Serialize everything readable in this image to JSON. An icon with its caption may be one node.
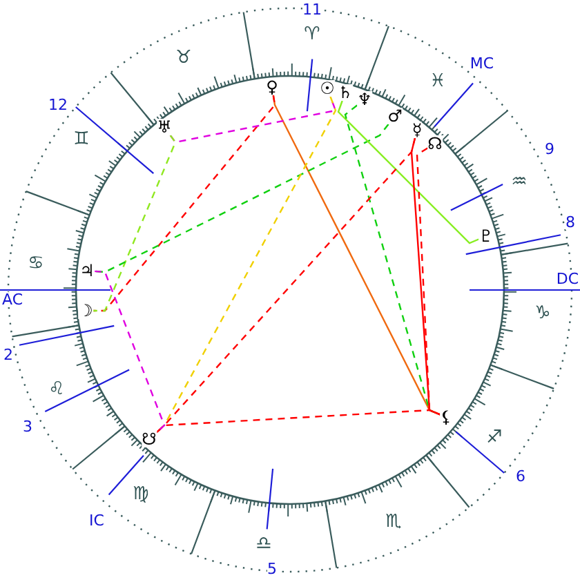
{
  "diagram": {
    "nodes": [
      {
        "text": [
          "♀"
        ]
      },
      {
        "text": [
          "☉"
        ]
      },
      {
        "text": [
          "♄"
        ]
      },
      {
        "text": [
          "♆"
        ]
      },
      {
        "text": [
          "♅"
        ]
      },
      {
        "text": [
          "♂"
        ]
      },
      {
        "text": [
          "☿"
        ]
      },
      {
        "text": [
          "☊"
        ]
      },
      {
        "text": [
          "♇"
        ]
      },
      {
        "text": [
          "♃"
        ]
      },
      {
        "text": [
          "☽"
        ]
      },
      {
        "text": [
          "⚸"
        ]
      },
      {
        "text": [
          "☋"
        ]
      },
      {
        "text": [
          "♈"
        ]
      },
      {
        "text": [
          "♉"
        ]
      },
      {
        "text": [
          "♓"
        ]
      },
      {
        "text": [
          "♊"
        ]
      },
      {
        "text": [
          "♒"
        ]
      },
      {
        "text": [
          "♋"
        ]
      },
      {
        "text": [
          "♑"
        ]
      },
      {
        "text": [
          "♌"
        ]
      },
      {
        "text": [
          "♐"
        ]
      },
      {
        "text": [
          "♍"
        ]
      },
      {
        "text": [
          "♏"
        ]
      },
      {
        "text": [
          "♎"
        ]
      }
    ],
    "edges": [
      {
        "from": 0,
        "to": 11,
        "arrow": "none",
        "color": "#f06a10"
      },
      {
        "from": 0,
        "to": 10,
        "arrow": "none",
        "style": "dashed"
      },
      {
        "from": 4,
        "to": 1,
        "arrow": "none",
        "style": "dashed",
        "color": "#e000e0"
      },
      {
        "from": 4,
        "to": 10,
        "arrow": "none",
        "style": "dashed",
        "color": "#90e820"
      },
      {
        "from": 5,
        "to": 9,
        "arrow": "none",
        "style": "dashed",
        "color": "#10d010"
      },
      {
        "from": 2,
        "to": 8,
        "arrow": "none",
        "color": "#88ee22"
      },
      {
        "from": 1,
        "to": 12,
        "arrow": "none",
        "style": "dashed",
        "color": "#f0d000"
      },
      {
        "from": 3,
        "to": 11,
        "arrow": "none",
        "style": "dashed",
        "color": "#10d010"
      },
      {
        "from": 6,
        "to": 12,
        "arrow": "none",
        "style": "dashed"
      },
      {
        "from": 6,
        "to": 11,
        "arrow": "none"
      },
      {
        "from": 7,
        "to": 11,
        "arrow": "none",
        "style": "dashed"
      },
      {
        "from": 12,
        "to": 11,
        "arrow": "none",
        "style": "dashed"
      },
      {
        "from": 9,
        "to": 12,
        "arrow": "none",
        "style": "dashed",
        "color": "#e000e0"
      }
    ],
    "labels": [
      "11",
      "MC",
      "12",
      "9",
      "8",
      "DC",
      "AC",
      "2",
      "3",
      "6",
      "IC",
      "5"
    ]
  }
}
